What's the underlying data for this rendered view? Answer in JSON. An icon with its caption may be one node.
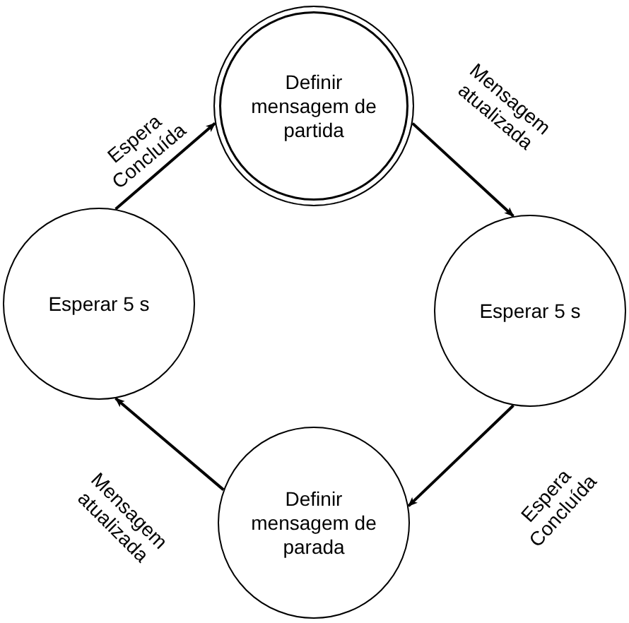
{
  "diagram": {
    "nodes": [
      {
        "text": [
          "Definir mensagem de partida"
        ]
      },
      {
        "text": [
          "Esperar 5 s"
        ]
      },
      {
        "text": [
          "Definir mensagem de parada"
        ]
      },
      {
        "text": [
          "Esperar 5 s"
        ]
      }
    ],
    "edges": [
      {
        "from": 3,
        "to": 0,
        "arrow": "to",
        "label": "Espera Concluída"
      },
      {
        "from": 0,
        "to": 1,
        "arrow": "to",
        "label": "Mensagem atualizada"
      },
      {
        "from": 1,
        "to": 2,
        "arrow": "to",
        "label": "Espera Concluída"
      },
      {
        "from": 2,
        "to": 3,
        "arrow": "to",
        "label": "Mensagem atualizada"
      }
    ]
  }
}
